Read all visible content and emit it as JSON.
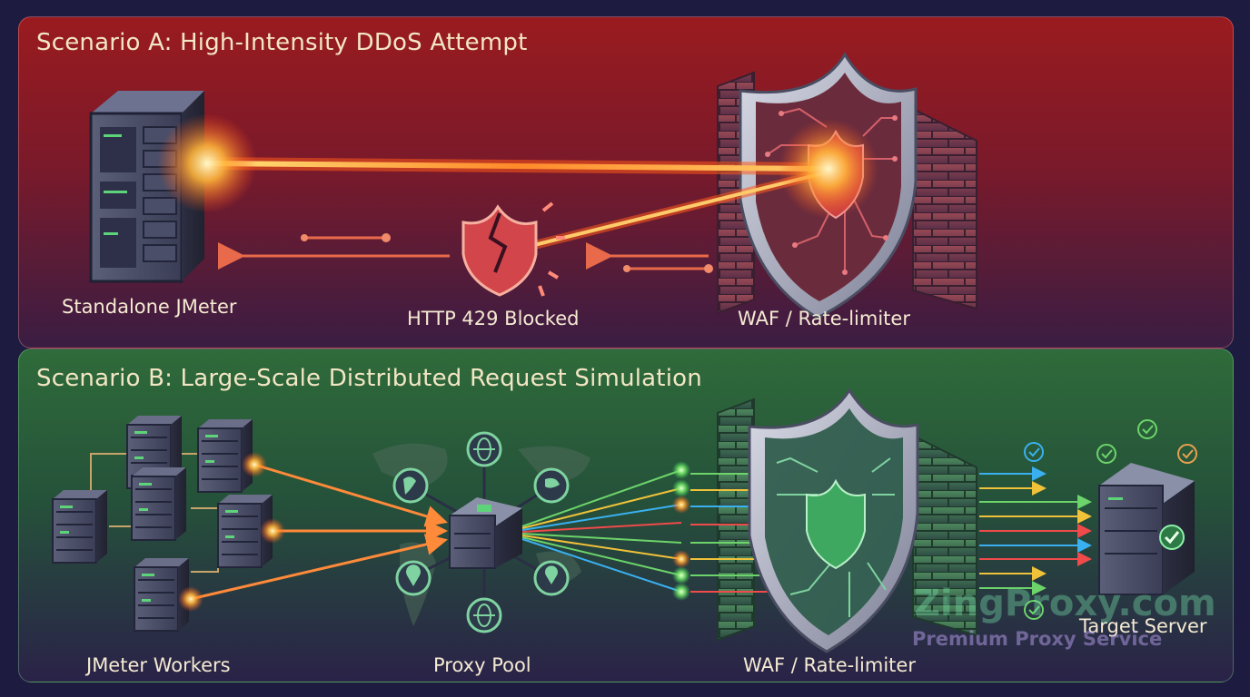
{
  "scenario_a": {
    "title": "Scenario A: High-Intensity DDoS Attempt",
    "labels": {
      "jmeter": "Standalone JMeter",
      "blocked": "HTTP 429 Blocked",
      "waf": "WAF / Rate-limiter"
    }
  },
  "scenario_b": {
    "title": "Scenario B: Large-Scale Distributed Request Simulation",
    "labels": {
      "workers": "JMeter Workers",
      "proxy_pool": "Proxy Pool",
      "waf": "WAF / Rate-limiter",
      "target": "Target Server"
    }
  },
  "watermark": {
    "brand": "ZingProxy.com",
    "tagline": "Premium Proxy Service"
  },
  "colors": {
    "scenario_a_bg": "#9a1b1f",
    "scenario_b_bg": "#2f6b3a",
    "beam": "#ff7a1a",
    "accent_green": "#5ed47a",
    "arrow_colors": [
      "#6cd46a",
      "#f0c23a",
      "#3ab0f0",
      "#f04a4a"
    ]
  },
  "icons": {
    "server": "server-rack-icon",
    "shield": "shield-circuit-icon",
    "broken_shield": "broken-shield-icon",
    "wall": "brick-wall-icon",
    "proxy_hub": "proxy-hub-icon",
    "globe": "globe-icon",
    "location": "location-pin-icon",
    "check": "check-circle-icon"
  }
}
